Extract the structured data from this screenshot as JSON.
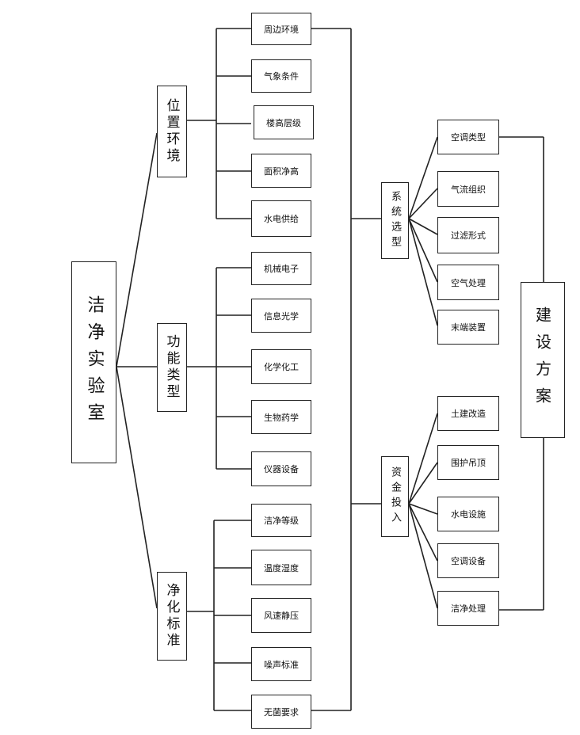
{
  "root": "洁净实验室",
  "categories": [
    {
      "label": "位置环境",
      "items": [
        "周边环境",
        "气象条件",
        "楼高层级",
        "面积净高",
        "水电供给"
      ]
    },
    {
      "label": "功能类型",
      "items": [
        "机械电子",
        "信息光学",
        "化学化工",
        "生物药学",
        "仪器设备"
      ]
    },
    {
      "label": "净化标准",
      "items": [
        "洁净等级",
        "温度湿度",
        "风速静压",
        "噪声标准",
        "无菌要求"
      ]
    }
  ],
  "middle": [
    {
      "label": "系统选型",
      "items": [
        "空调类型",
        "气流组织",
        "过滤形式",
        "空气处理",
        "末端装置"
      ]
    },
    {
      "label": "资金投入",
      "items": [
        "土建改造",
        "围护吊顶",
        "水电设施",
        "空调设备",
        "洁净处理"
      ]
    }
  ],
  "final": "建设方案"
}
